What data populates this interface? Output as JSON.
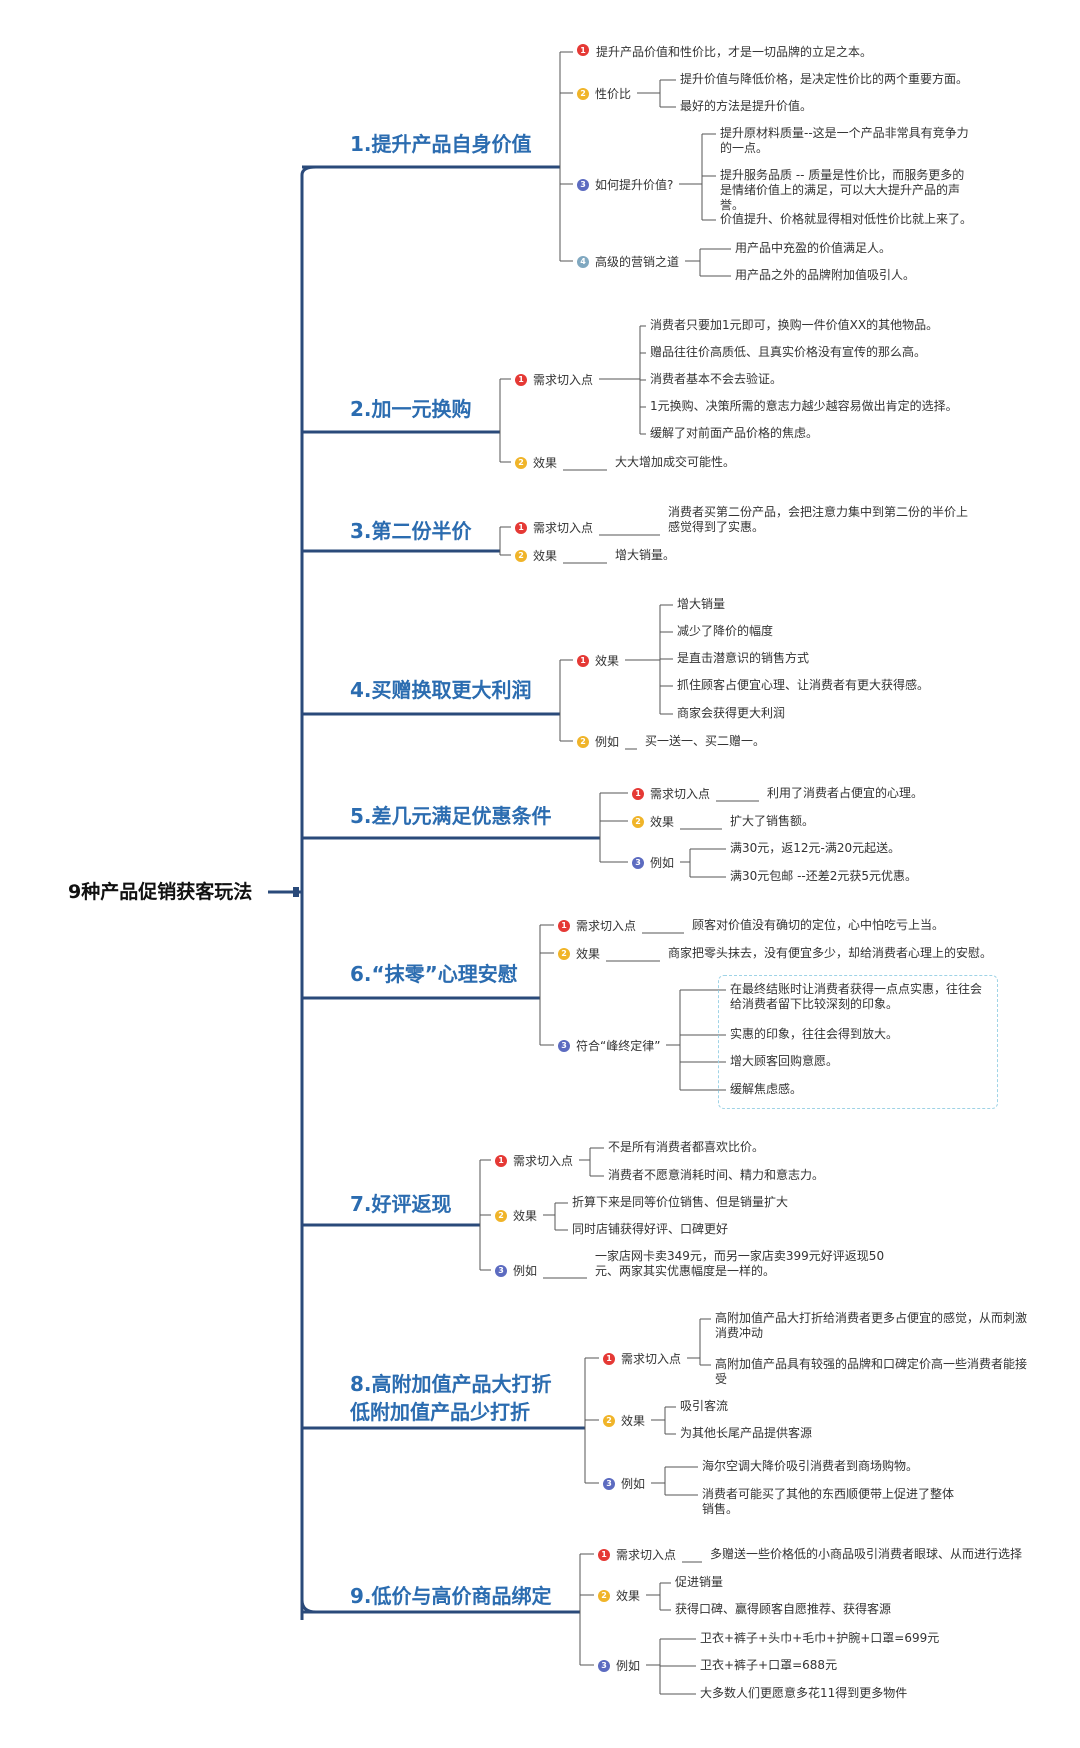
{
  "title": "9种产品促销获客玩法",
  "colors": {
    "branch": "#2b6cb0",
    "line": "#2a4a7a",
    "n1": "#e53935",
    "n2": "#f0b429",
    "n3": "#5c6bc0",
    "n4": "#80a8c0"
  },
  "branches": [
    {
      "label": "1.提升产品自身价值",
      "subs": [
        {
          "num": "1",
          "label": "",
          "leaves": [
            "提升产品价值和性价比，才是一切品牌的立足之本。"
          ]
        },
        {
          "num": "2",
          "label": "性价比",
          "leaves": [
            "提升价值与降低价格，是决定性价比的两个重要方面。",
            "最好的方法是提升价值。"
          ]
        },
        {
          "num": "3",
          "label": "如何提升价值?",
          "leaves": [
            "提升原材料质量--这是一个产品非常具有竞争力的一点。",
            "提升服务品质 -- 质量是性价比，而服务更多的是情绪价值上的满足，可以大大提升产品的声誉。",
            "价值提升、价格就显得相对低性价比就上来了。"
          ]
        },
        {
          "num": "4",
          "label": "高级的营销之道",
          "leaves": [
            "用产品中充盈的价值满足人。",
            "用产品之外的品牌附加值吸引人。"
          ]
        }
      ]
    },
    {
      "label": "2.加一元换购",
      "subs": [
        {
          "num": "1",
          "label": "需求切入点",
          "leaves": [
            "消费者只要加1元即可，换购一件价值XX的其他物品。",
            "赠品往往价高质低、且真实价格没有宣传的那么高。",
            "消费者基本不会去验证。",
            "1元换购、决策所需的意志力越少越容易做出肯定的选择。",
            "缓解了对前面产品价格的焦虑。"
          ]
        },
        {
          "num": "2",
          "label": "效果",
          "leaves": [
            "大大增加成交可能性。"
          ]
        }
      ]
    },
    {
      "label": "3.第二份半价",
      "subs": [
        {
          "num": "1",
          "label": "需求切入点",
          "leaves": [
            "消费者买第二份产品，会把注意力集中到第二份的半价上感觉得到了实惠。"
          ]
        },
        {
          "num": "2",
          "label": "效果",
          "leaves": [
            "增大销量。"
          ]
        }
      ]
    },
    {
      "label": "4.买赠换取更大利润",
      "subs": [
        {
          "num": "1",
          "label": "效果",
          "leaves": [
            "增大销量",
            "减少了降价的幅度",
            "是直击潜意识的销售方式",
            "抓住顾客占便宜心理、让消费者有更大获得感。",
            "商家会获得更大利润"
          ]
        },
        {
          "num": "2",
          "label": "例如",
          "leaves": [
            "买一送一、买二赠一。"
          ]
        }
      ]
    },
    {
      "label": "5.差几元满足优惠条件",
      "subs": [
        {
          "num": "1",
          "label": "需求切入点",
          "leaves": [
            "利用了消费者占便宜的心理。"
          ]
        },
        {
          "num": "2",
          "label": "效果",
          "leaves": [
            "扩大了销售额。"
          ]
        },
        {
          "num": "3",
          "label": "例如",
          "leaves": [
            "满30元，返12元-满20元起送。",
            "满30元包邮 --还差2元获5元优惠。"
          ]
        }
      ]
    },
    {
      "label": "6.“抹零”心理安慰",
      "subs": [
        {
          "num": "1",
          "label": "需求切入点",
          "leaves": [
            "顾客对价值没有确切的定位，心中怕吃亏上当。"
          ]
        },
        {
          "num": "2",
          "label": "效果",
          "leaves": [
            "商家把零头抹去，没有便宜多少，却给消费者心理上的安慰。"
          ]
        },
        {
          "num": "3",
          "label": "符合“峰终定律”",
          "leaves": [
            "在最终结账时让消费者获得一点点实惠，往往会给消费者留下比较深刻的印象。",
            "实惠的印象，往往会得到放大。",
            "增大顾客回购意愿。",
            "缓解焦虑感。"
          ]
        }
      ]
    },
    {
      "label": "7.好评返现",
      "subs": [
        {
          "num": "1",
          "label": "需求切入点",
          "leaves": [
            "不是所有消费者都喜欢比价。",
            "消费者不愿意消耗时间、精力和意志力。"
          ]
        },
        {
          "num": "2",
          "label": "效果",
          "leaves": [
            "折算下来是同等价位销售、但是销量扩大",
            "同时店铺获得好评、口碑更好"
          ]
        },
        {
          "num": "3",
          "label": "例如",
          "leaves": [
            "一家店网卡卖349元，而另一家店卖399元好评返现50元、两家其实优惠幅度是一样的。"
          ]
        }
      ]
    },
    {
      "label": "8.高附加值产品大打折\n低附加值产品少打折",
      "subs": [
        {
          "num": "1",
          "label": "需求切入点",
          "leaves": [
            "高附加值产品大打折给消费者更多占便宜的感觉，从而刺激消费冲动",
            "高附加值产品具有较强的品牌和口碑定价高一些消费者能接受"
          ]
        },
        {
          "num": "2",
          "label": "效果",
          "leaves": [
            "吸引客流",
            "为其他长尾产品提供客源"
          ]
        },
        {
          "num": "3",
          "label": "例如",
          "leaves": [
            "海尔空调大降价吸引消费者到商场购物。",
            "消费者可能买了其他的东西顺便带上促进了整体销售。"
          ]
        }
      ]
    },
    {
      "label": "9.低价与高价商品绑定",
      "subs": [
        {
          "num": "1",
          "label": "需求切入点",
          "leaves": [
            "多赠送一些价格低的小商品吸引消费者眼球、从而进行选择"
          ]
        },
        {
          "num": "2",
          "label": "效果",
          "leaves": [
            "促进销量",
            "获得口碑、赢得顾客自愿推荐、获得客源"
          ]
        },
        {
          "num": "3",
          "label": "例如",
          "leaves": [
            "卫衣+裤子+头巾+毛巾+护腕+口罩=699元",
            "卫衣+裤子+口罩=688元",
            "大多数人们更愿意多花11得到更多物件"
          ]
        }
      ]
    }
  ]
}
